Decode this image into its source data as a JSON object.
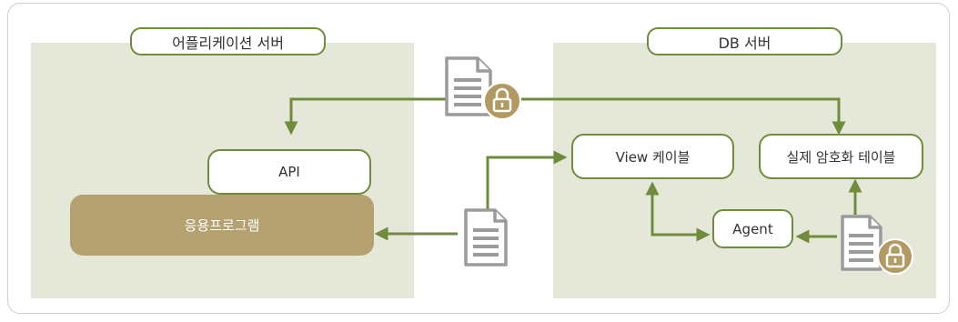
{
  "app_server": {
    "title": "어플리케이션 서버",
    "api_label": "API",
    "app_label": "응용프로그램"
  },
  "db_server": {
    "title": "DB 서버",
    "view_label": "View 케이블",
    "table_label": "실제 암호화 테이블",
    "agent_label": "Agent"
  },
  "colors": {
    "zone_bg": "#e5e8d9",
    "accent_green": "#6f8c3c",
    "app_box": "#b5a170",
    "lock_badge": "#b39a63",
    "doc_gray": "#9b9b9b"
  },
  "icons": {
    "document": "document-icon",
    "encrypted_document": "encrypted-document-icon",
    "lock": "lock-icon"
  }
}
